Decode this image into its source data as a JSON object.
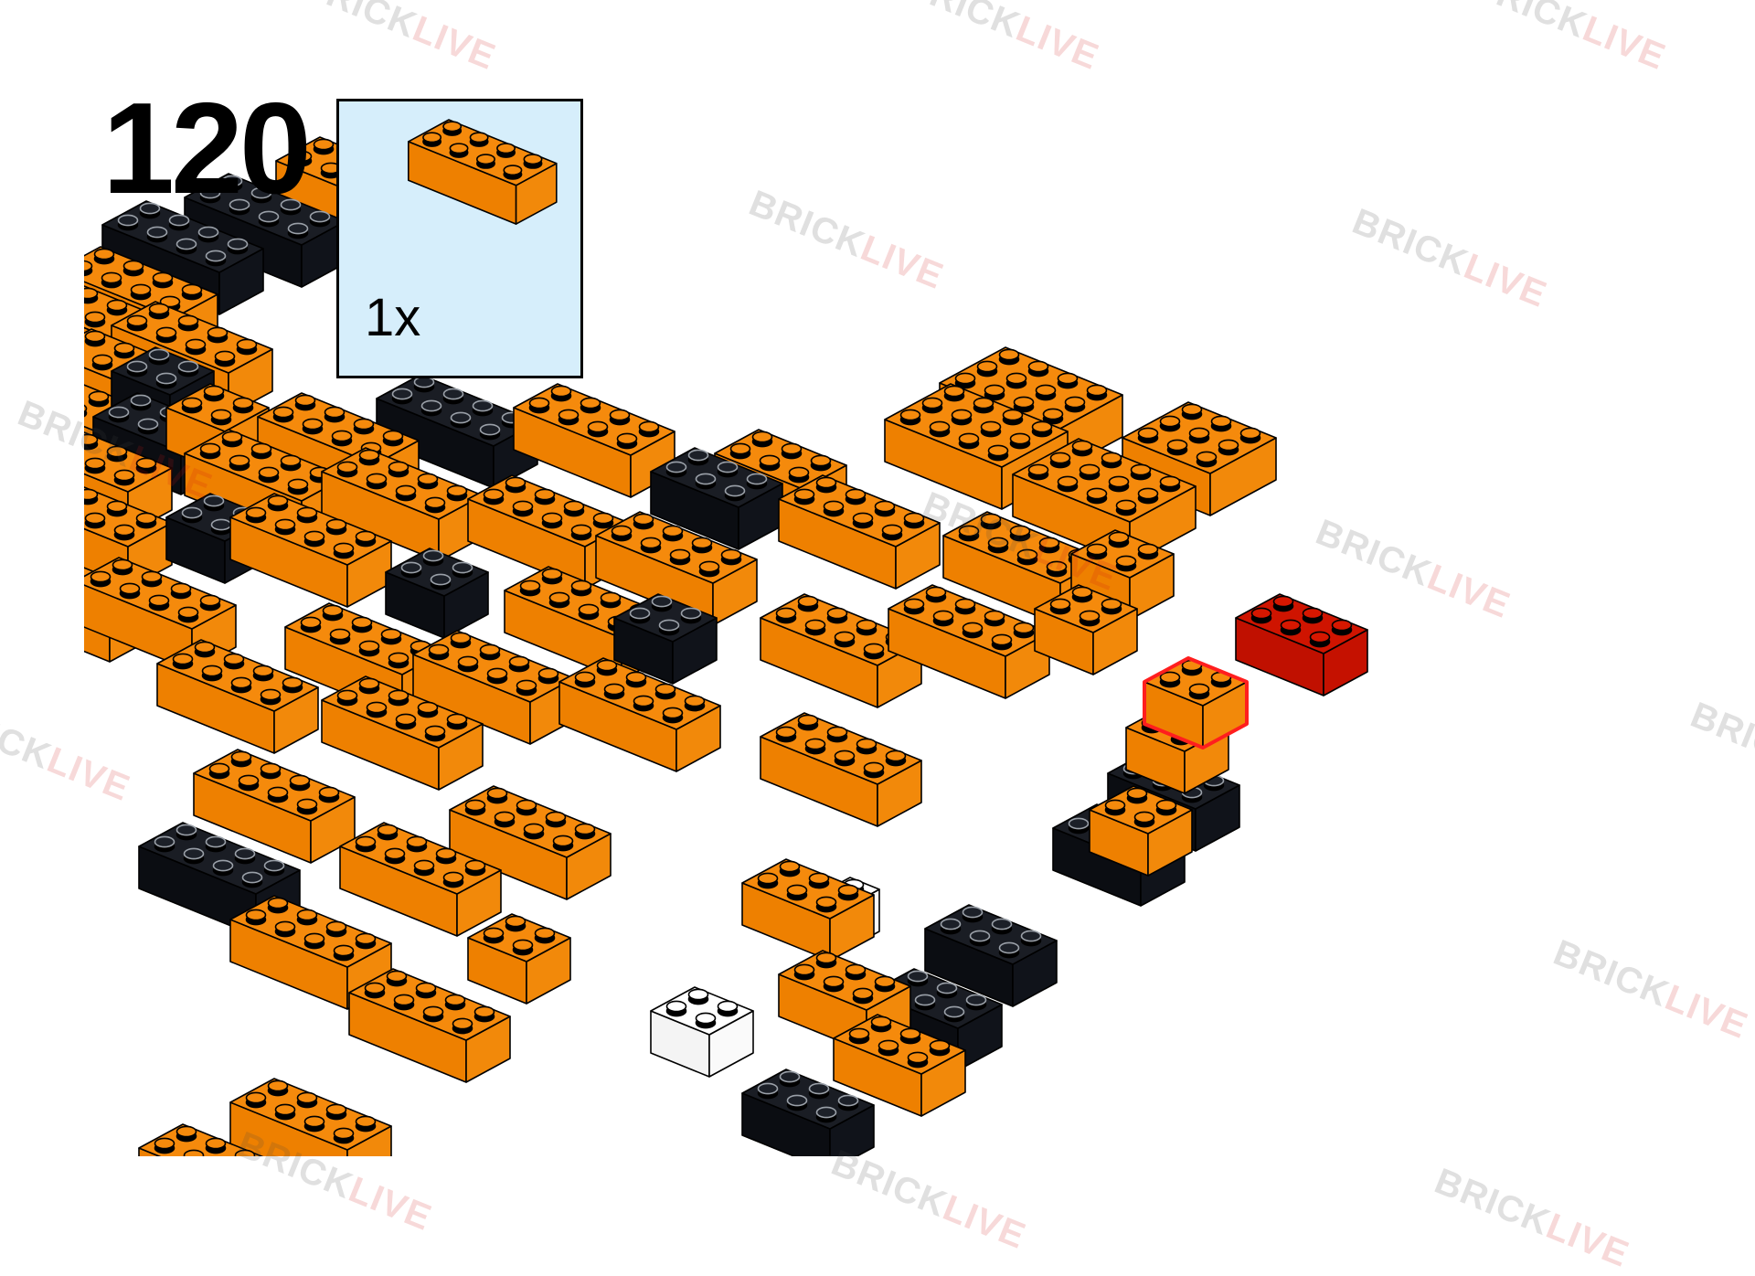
{
  "step": {
    "number": "120"
  },
  "parts": [
    {
      "quantity": "1x",
      "part": "brick-2x4",
      "color": "#f58a0c"
    }
  ],
  "watermark": {
    "prefix": "BRICK",
    "suffix": "LIVE"
  },
  "colors": {
    "orange": "#f58a0c",
    "black": "#0b0d12",
    "red": "#cf1400",
    "highlight": "#ff1e1e",
    "panel": "#d6eefb",
    "white_brick": "#ffffff"
  }
}
